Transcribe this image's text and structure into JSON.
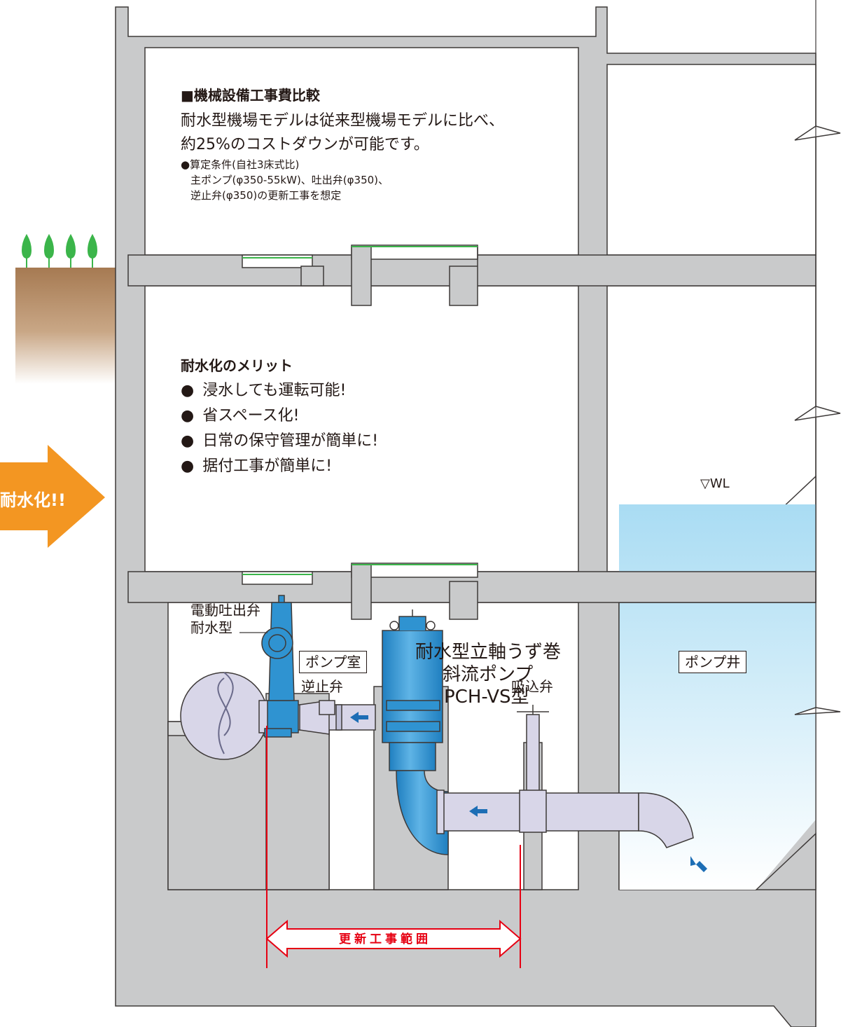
{
  "cost": {
    "title": "■機械設備工事費比較",
    "line1": "耐水型機場モデルは従来型機場モデルに比べ、",
    "line2": "約25%のコストダウンが可能です。",
    "note1": "●算定条件(自社3床式比)",
    "note2": "主ポンプ(φ350-55kW)、吐出弁(φ350)、",
    "note3": "逆止弁(φ350)の更新工事を想定"
  },
  "merits": {
    "title": "耐水化のメリット",
    "items": [
      "浸水しても運転可能!",
      "省スペース化!",
      "日常の保守管理が簡単に!",
      "据付工事が簡単に!"
    ]
  },
  "arrow_label": "耐水化!!",
  "rooms": {
    "pump_room": "ポンプ室",
    "pump_well": "ポンプ井"
  },
  "pump_name": {
    "line1": "耐水型立軸うず巻",
    "line2": "斜流ポンプ",
    "line3": "PCH-VS型"
  },
  "valves": {
    "discharge_line1": "電動吐出弁",
    "discharge_line2": "耐水型",
    "check": "逆止弁",
    "suction": "吸込弁"
  },
  "water_level": "▽WL",
  "range_label": "更新工事範囲",
  "colors": {
    "concrete": "#c9cacb",
    "pump_blue": "#2f93d1",
    "pipe": "#d8d6e8",
    "water": "#a9dcf3",
    "orange": "#f39622",
    "red": "#e60012",
    "soil": "#a67a52",
    "tree": "#3bb54a"
  }
}
